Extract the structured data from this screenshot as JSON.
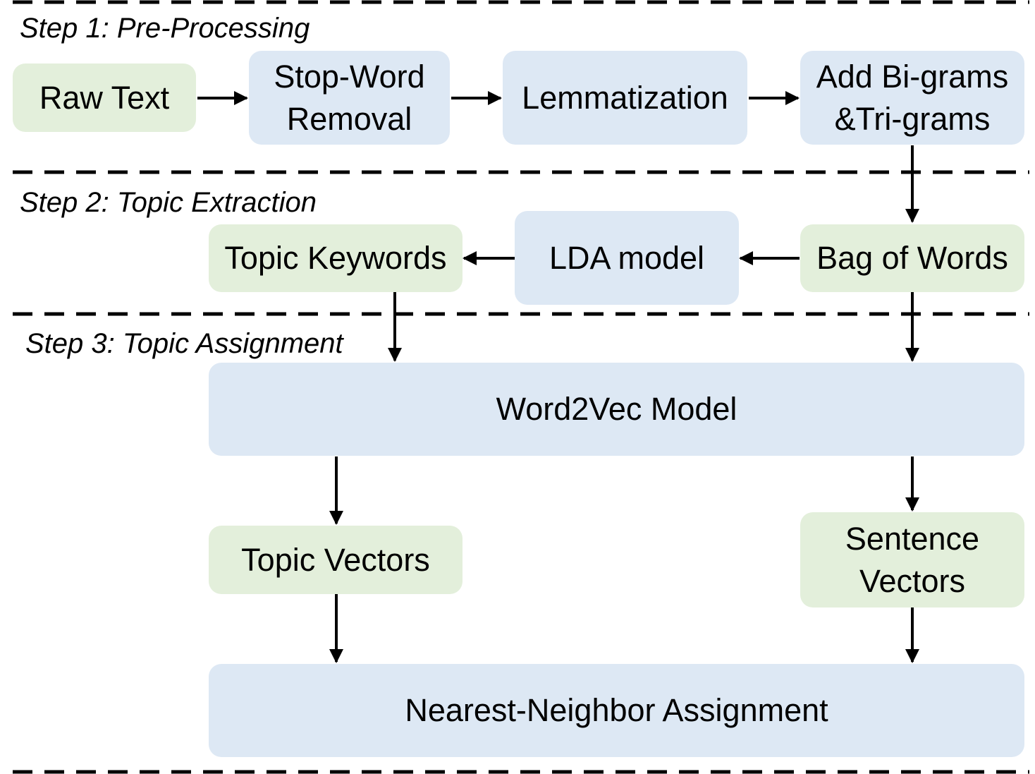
{
  "steps": {
    "step1": "Step 1: Pre-Processing",
    "step2": "Step 2: Topic Extraction",
    "step3": "Step 3: Topic Assignment"
  },
  "nodes": {
    "raw_text": "Raw Text",
    "stop_word_removal": "Stop-Word\nRemoval",
    "lemmatization": "Lemmatization",
    "add_ngrams": "Add Bi-grams\n&Tri-grams",
    "bag_of_words": "Bag of Words",
    "lda_model": "LDA model",
    "topic_keywords": "Topic Keywords",
    "word2vec_model": "Word2Vec Model",
    "topic_vectors": "Topic Vectors",
    "sentence_vectors": "Sentence\nVectors",
    "nearest_neighbor": "Nearest-Neighbor Assignment"
  },
  "colors": {
    "process_fill": "#dde8f4",
    "data_fill": "#e3efdb",
    "line": "#000000"
  }
}
